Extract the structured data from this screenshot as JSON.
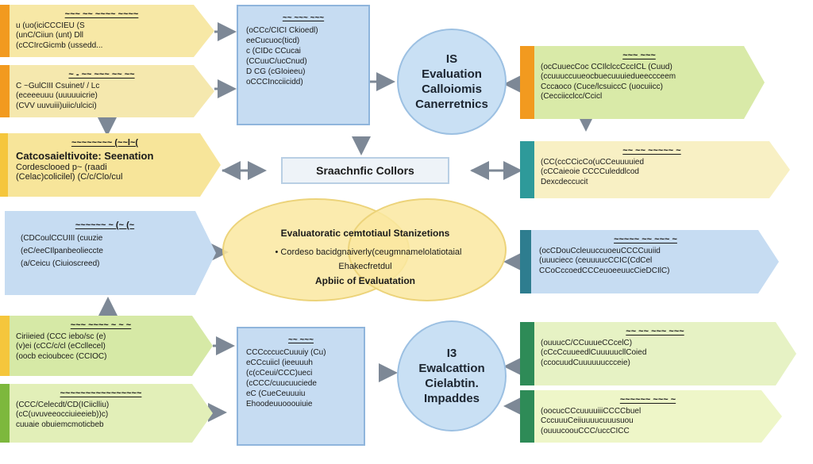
{
  "colors": {
    "yellow_light": "#f7e8a6",
    "yellow_strong": "#f5c63c",
    "orange": "#f29a1f",
    "light_green": "#d6e9a6",
    "green_stripe": "#7db83d",
    "teal": "#3f9a8d",
    "sea_green": "#2e8b57",
    "blue_box": "#c6dcf2",
    "circle_blue": "#c9e0f4",
    "arrow_gray": "#7d8896"
  },
  "left_cards": [
    {
      "head": "~~~ ~~ ~~~~ ~~~~",
      "lines": [
        "u (uo(iciCCCIEU (S",
        "(unC/Ciiun (unt) Dll",
        "(cCCIrcGicmb (ussedd..."
      ]
    },
    {
      "head": "~ - ~~ ~~~ ~~ ~~",
      "lines": [
        "C ~GulCIII Csuinet/ / Lc",
        "(eceeeuuu (uuuuuicrie)",
        "(CVV uuvuiii)uiic/ulcici)"
      ]
    },
    {
      "head": "~~~~~~~~ (~~l~(",
      "lines": [
        "Catcosaieltivoite: Seenation",
        "Cordesclooed p~ (raadi",
        "(Celac)colicilel) (C/c/Clo/cul"
      ]
    },
    {
      "head": "~~~~~~ ~ (~ (~",
      "lines": [
        "(CDCoulCCUIII (cuuzie",
        "(eC/eeCIlpanbeolieccte",
        "(a/Ceicu (Ciuioscreed)"
      ]
    },
    {
      "head": "~~~ ~~~~ ~ ~ ~",
      "lines": [
        "Ciriieied (CCC iebo/sc (e)",
        "(v)ei (cCC/c/cl (eCcllecel)",
        "(oocb ecioubcec (CCIOC)"
      ]
    },
    {
      "head": "~~~~~~~~~~~~~~~~",
      "lines": [
        "(CCC/Celecdt/CD(ICiiclliu)",
        "(cC(uvuveeocciuieeieb))c)",
        "cuuaie obuiemcmoticbeb"
      ]
    }
  ],
  "blue_boxes": [
    {
      "head": "~~ ~~~ ~~~",
      "lines": [
        "(oCCc/CICI Ckioedl)",
        "eeCucuoc(ticd)",
        "c (CIDc CCucai",
        "(CCuuC/ucCnud)",
        "D CG (cGIoieeu)",
        "oCCCIncciicidd)"
      ]
    },
    {
      "head": "~~ ~~~",
      "lines": [
        "CCCcccucCuuuiy (Cu)",
        "eCCcuiicl (ieeuuuh",
        "(c(cCeui/CCC)ueci",
        "(cCCC/cuucuuciede",
        "eC (CueCeuuuiu",
        "Ehoodeuuooouiuie"
      ]
    }
  ],
  "circle_top": {
    "num": "IS",
    "line1": "Evaluation",
    "line2": "Calloiomis",
    "line3": "Canerretnics"
  },
  "circle_bottom": {
    "num": "I3",
    "line1": "Ewalcattion",
    "line2": "Cielabtin.",
    "line3": "Impaddes"
  },
  "center_pill": "Sraachnfic Collors",
  "venn": {
    "title": "Evaluatoratic cemtotiaul Stanizetions",
    "bullet": "Cordeso bacidgnaiverly(ceugmnamelolatiotaial",
    "line2": "Ehakecfretdul",
    "line3": "Apbiic of Evaluatation"
  },
  "right_cards": [
    {
      "head": "~~~ ~~~",
      "lines": [
        "(ocCuuecCoc  CCIlclccCccICL (Cuud)",
        "(ccuuuccuueocbuecuuuiedueeccceem",
        "Cccaoco (Cuce/lcsuiccC (uocuiicc)",
        "(Cecciicclcc/Ccicl"
      ]
    },
    {
      "head": "~~ ~~ ~~~~~ ~",
      "lines": [
        "(CC(ccCCicCo(uCCeuuuuied",
        "(cCCaieoie CCCCuleddlcod",
        "Dexcdeccucit"
      ]
    },
    {
      "head": "~~~~~ ~~ ~~~ ~",
      "lines": [
        "(ocCDouCcleuuccuoeuCCCCuuiid",
        "(uuuciecc (ceuuuucCCIC(CdCel",
        "CCoCccoedCCCeuoeeuucCieDCIlC)"
      ]
    },
    {
      "head": "~~ ~~ ~~~ ~~~",
      "lines": [
        "(ouuucC/CCuuueCCcelC)",
        "(cCcCcuueedlCuuuuucllCoied",
        "(ccocuudCuuuuuuccceie)"
      ]
    },
    {
      "head": "~~~~~~ ~~~ ~",
      "lines": [
        "(oocucCCcuuuuiiiCCCCbuel",
        "CccuuuCeiiuuuucuuusuou",
        "(ouuucoouCCC/uccCICC"
      ]
    }
  ]
}
